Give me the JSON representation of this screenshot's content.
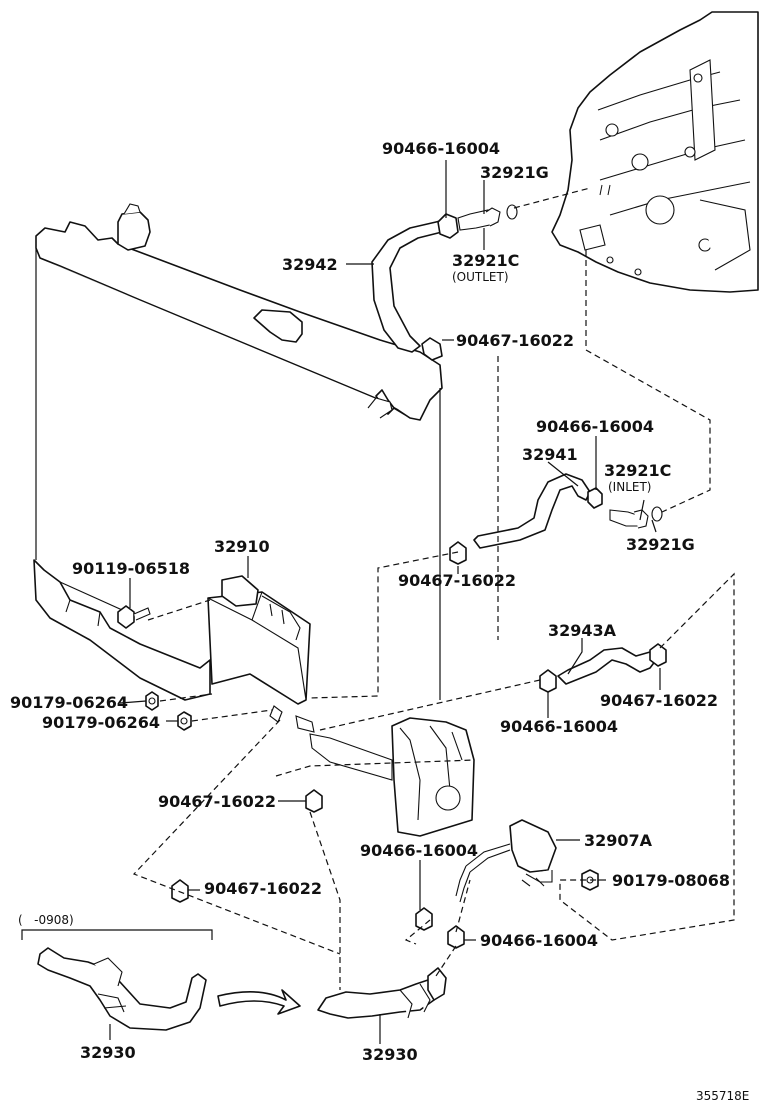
{
  "labels": {
    "p90466_top": "90466-16004",
    "p32921G_top": "32921G",
    "p32942": "32942",
    "p32921C_top": "32921C",
    "outlet": "(OUTLET)",
    "p90467_upper": "90467-16022",
    "p90466_mid": "90466-16004",
    "p32941": "32941",
    "p32921C_mid": "32921C",
    "inlet": "(INLET)",
    "p32921G_mid": "32921G",
    "p32910": "32910",
    "p90119": "90119-06518",
    "p90467_mid": "90467-16022",
    "p32943A": "32943A",
    "p90467_right": "90467-16022",
    "p90466_right": "90466-16004",
    "p90179_a": "90179-06264",
    "p90179_b": "90179-06264",
    "p90467_lower": "90467-16022",
    "p32907A": "32907A",
    "p90466_lower": "90466-16004",
    "p90179_08068": "90179-08068",
    "p90467_bottom": "90467-16022",
    "p90466_bottom": "90466-16004",
    "date_range": "(   -0908)",
    "p32930_left": "32930",
    "p32930_right": "32930",
    "figure_id": "355718E"
  }
}
